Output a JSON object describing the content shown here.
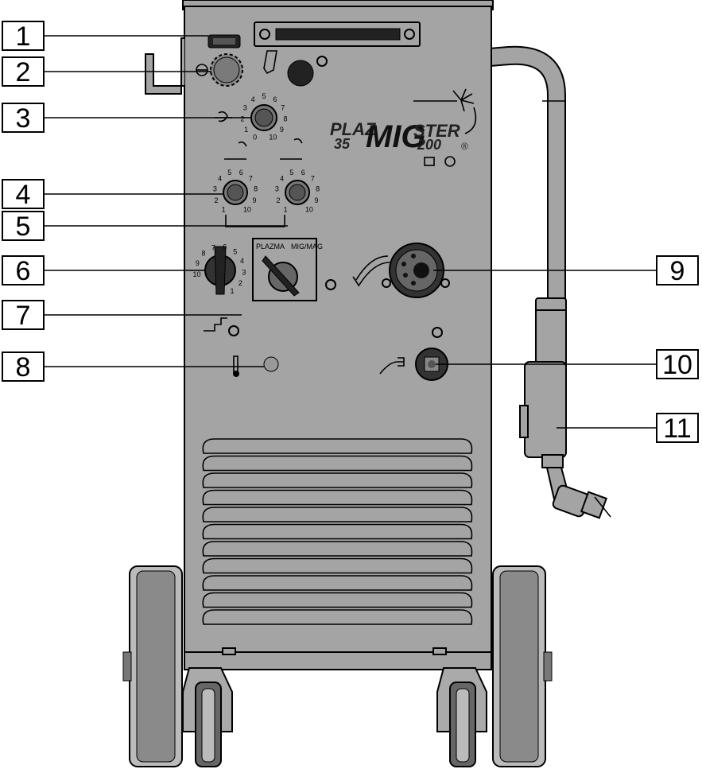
{
  "callouts": [
    {
      "number": "1"
    },
    {
      "number": "2"
    },
    {
      "number": "3"
    },
    {
      "number": "4"
    },
    {
      "number": "5"
    },
    {
      "number": "6"
    },
    {
      "number": "7"
    },
    {
      "number": "8"
    },
    {
      "number": "9"
    },
    {
      "number": "10"
    },
    {
      "number": "11"
    }
  ],
  "brand": {
    "line1": "PLAZ",
    "line1b": "35",
    "line2": "MIG",
    "line3": "STER",
    "line3b": "200",
    "reg": "®"
  },
  "selector": {
    "left_label": "PLAZMA",
    "right_label": "MIG/MAG"
  },
  "dial_scale_0_10": [
    "0",
    "1",
    "2",
    "3",
    "4",
    "5",
    "6",
    "7",
    "8",
    "9",
    "10"
  ],
  "dial_scale_1_10": [
    "1",
    "2",
    "3",
    "4",
    "5",
    "6",
    "7",
    "8",
    "9",
    "10"
  ],
  "step_switch_scale": [
    "1",
    "2",
    "3",
    "4",
    "5",
    "6",
    "7",
    "8",
    "9",
    "10"
  ],
  "colors": {
    "panel": "#a4a4a4",
    "outline": "#000000",
    "background": "#ffffff"
  }
}
